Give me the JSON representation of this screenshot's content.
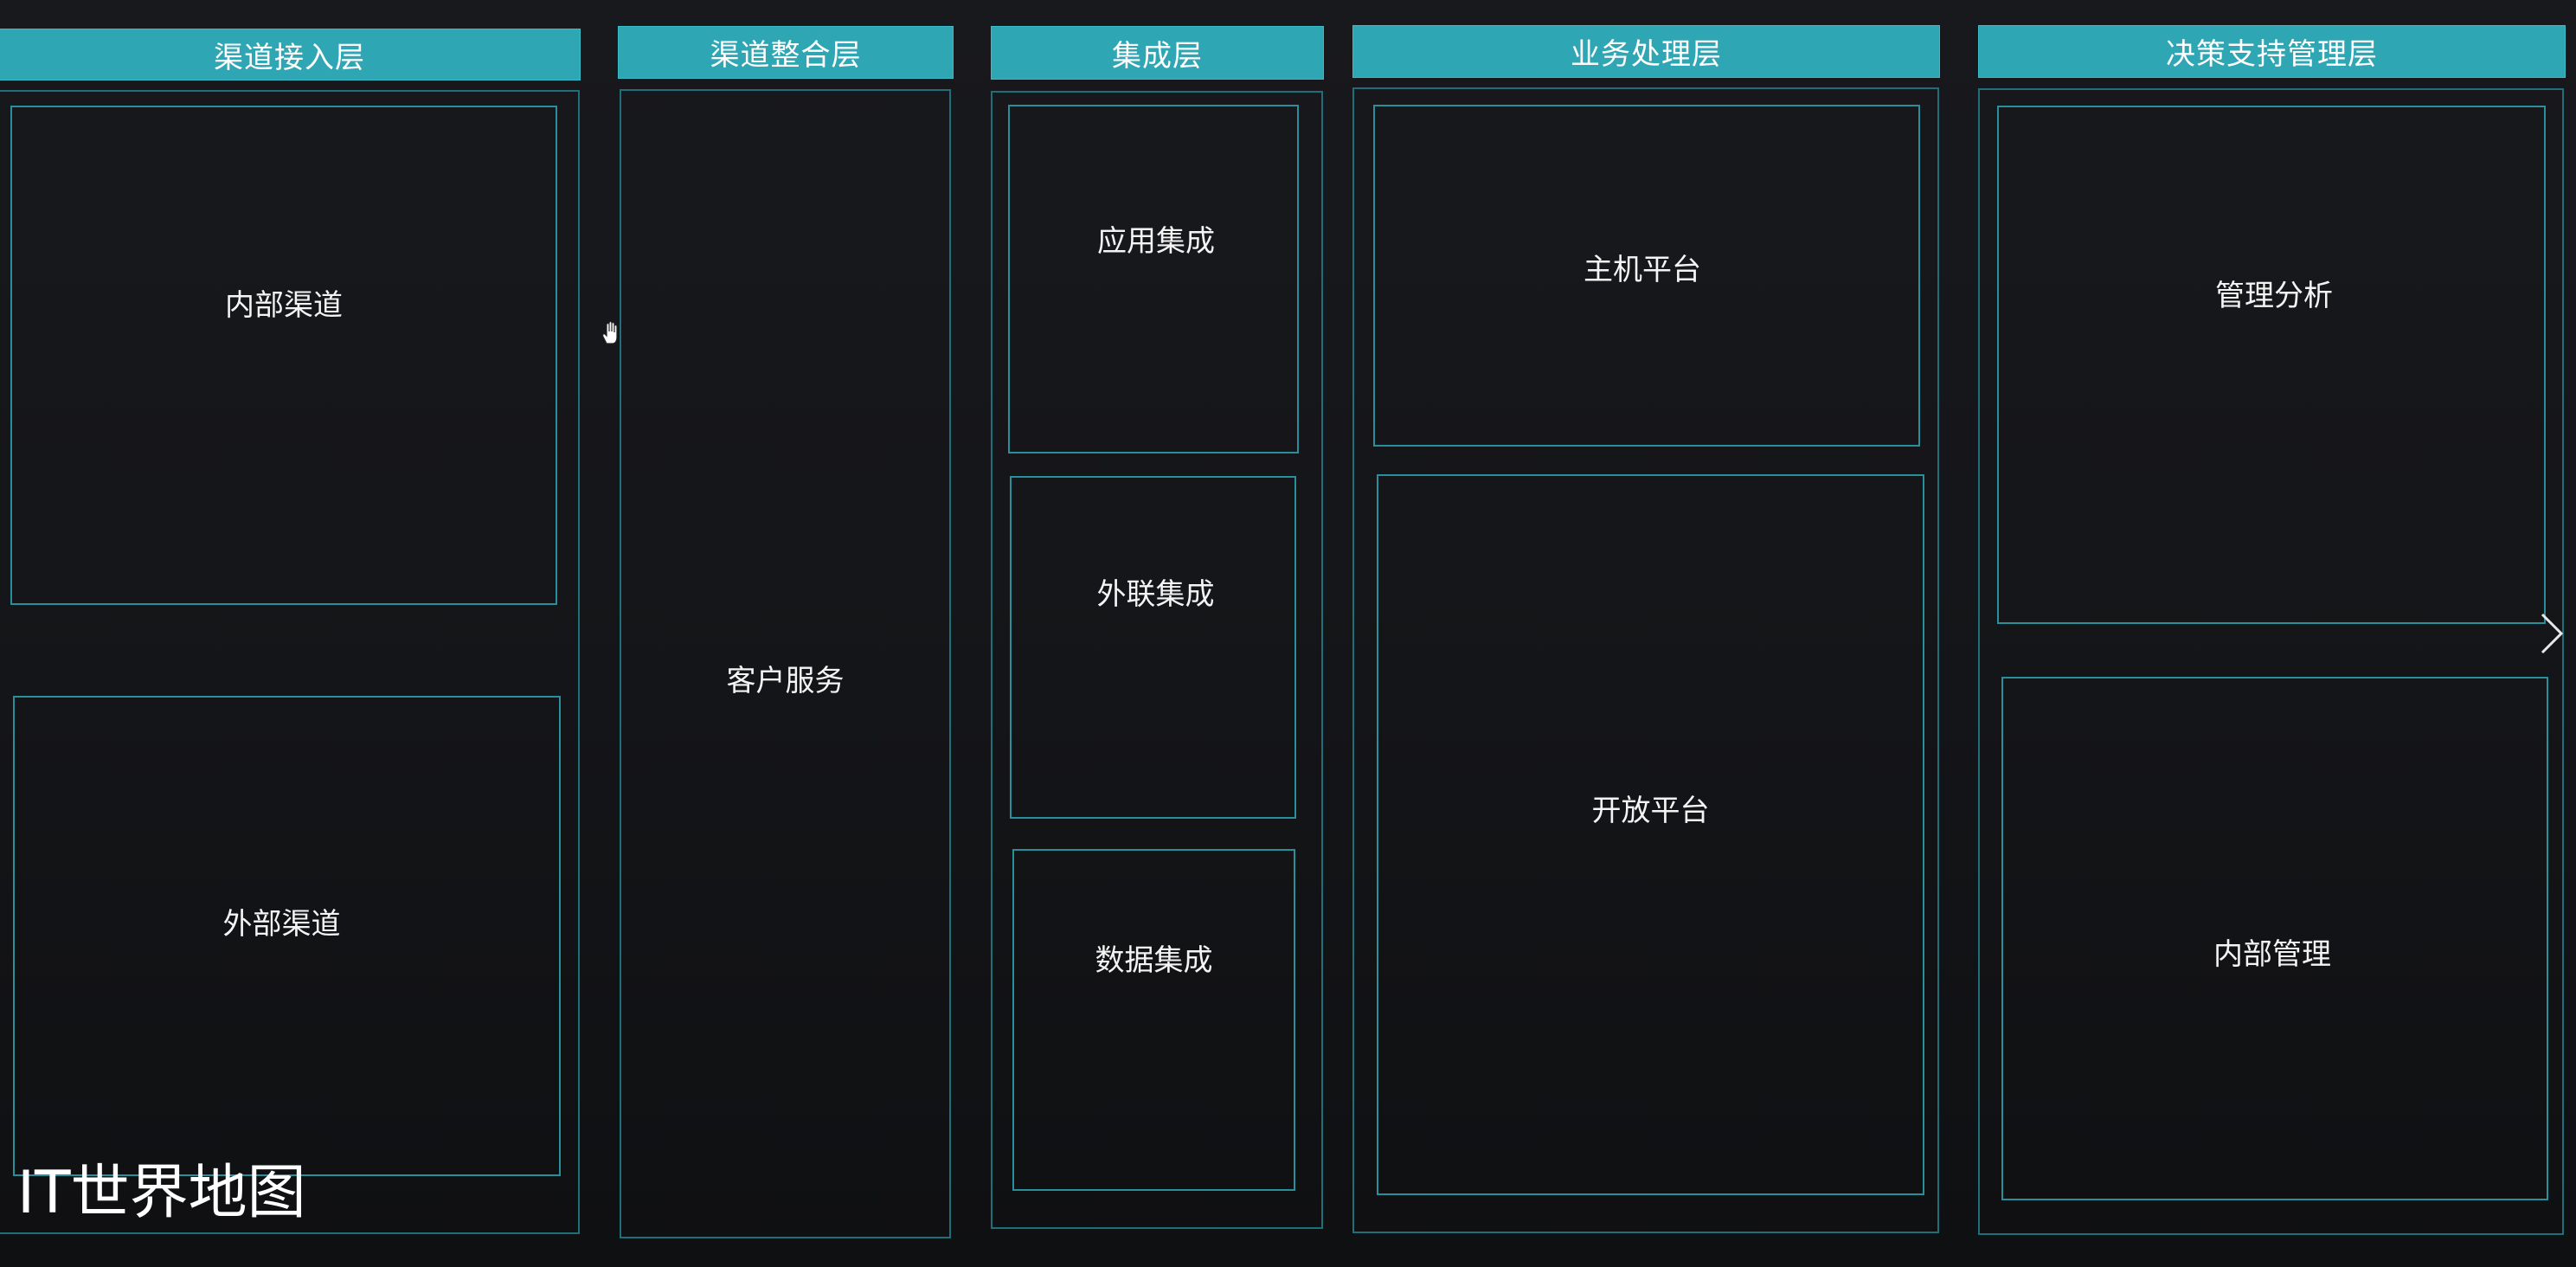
{
  "colors": {
    "header_bg": "#2fa6b3",
    "box_border": "#2a8e9b",
    "frame_border": "#1f6f7a",
    "background": "#141518"
  },
  "layers": [
    {
      "header": "渠道接入层",
      "boxes": [
        "内部渠道",
        "外部渠道"
      ]
    },
    {
      "header": "渠道整合层",
      "boxes": [
        "客户服务"
      ]
    },
    {
      "header": "集成层",
      "boxes": [
        "应用集成",
        "外联集成",
        "数据集成"
      ]
    },
    {
      "header": "业务处理层",
      "boxes": [
        "主机平台",
        "开放平台"
      ]
    },
    {
      "header": "决策支持管理层",
      "boxes": [
        "管理分析",
        "内部管理"
      ]
    }
  ],
  "watermark": "IT世界地图",
  "icons": {
    "cursor": "hand-cursor-icon",
    "next": "chevron-right-icon"
  }
}
